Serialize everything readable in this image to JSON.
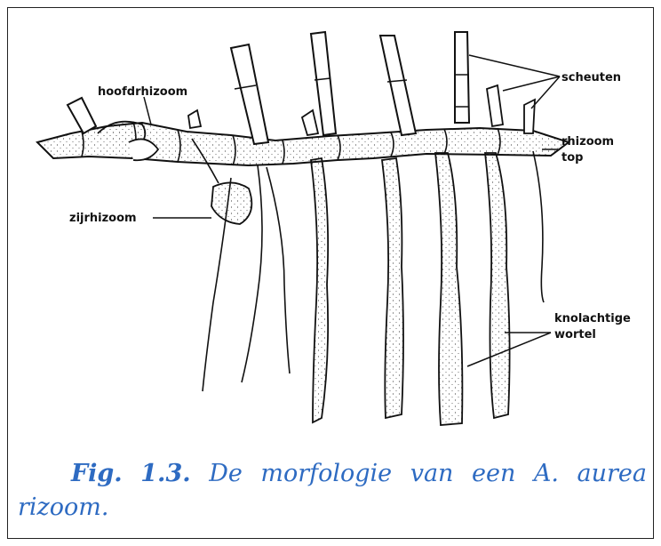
{
  "labels": {
    "hoofdrhizoom": "hoofdrhizoom",
    "scheuten": "scheuten",
    "rhizoom_top_1": "rhizoom",
    "rhizoom_top_2": "top",
    "zijrhizoom": "zijrhizoom",
    "knolachtige_1": "knolachtige",
    "knolachtige_2": "wortel"
  },
  "caption": {
    "fig": "Fig.",
    "number": "1.3.",
    "text_line1": "De morfologie van een A. aurea",
    "text_line2": "rizoom."
  }
}
